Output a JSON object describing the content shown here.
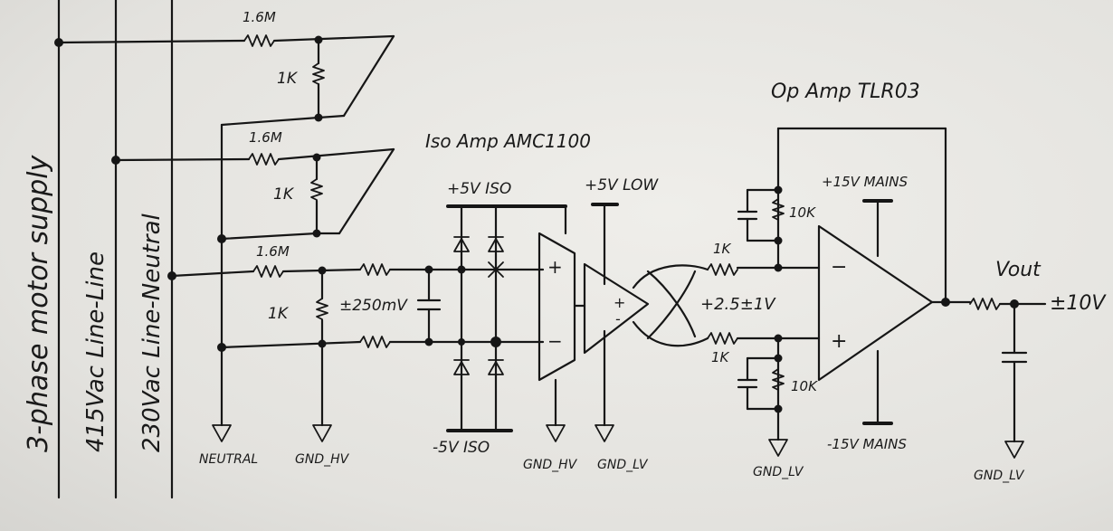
{
  "supply": {
    "three_phase": "3-phase motor supply",
    "line_line": "415Vac Line-Line",
    "line_neutral": "230Vac Line-Neutral"
  },
  "divider": {
    "r_top_1": "1.6M",
    "r_top_2": "1.6M",
    "r_top_3": "1.6M",
    "r_bottom_1": "1K",
    "r_bottom_2": "1K",
    "r_bottom_3": "1K",
    "signal": "±250mV"
  },
  "grounds": {
    "neutral": "NEUTRAL",
    "gnd_hv_1": "GND_HV",
    "gnd_hv_2": "GND_HV",
    "gnd_lv_1": "GND_LV",
    "gnd_lv_2": "GND_LV",
    "gnd_lv_3": "GND_LV"
  },
  "iso_amp": {
    "title": "Iso Amp AMC1100",
    "pos_supply": "+5V ISO",
    "neg_supply": "-5V ISO",
    "lv_supply": "+5V LOW",
    "plus": "+",
    "minus": "−",
    "out_plus": "+",
    "out_minus": "-"
  },
  "op_amp": {
    "title": "Op Amp TLR03",
    "pos_supply": "+15V MAINS",
    "neg_supply": "-15V MAINS",
    "in_r_top": "1K",
    "in_r_bottom": "1K",
    "fb_r": "10K",
    "gnd_r": "10K",
    "common_mode": "+2.5±1V",
    "inv": "−",
    "noninv": "+"
  },
  "output": {
    "label": "Vout",
    "range": "±10V"
  }
}
